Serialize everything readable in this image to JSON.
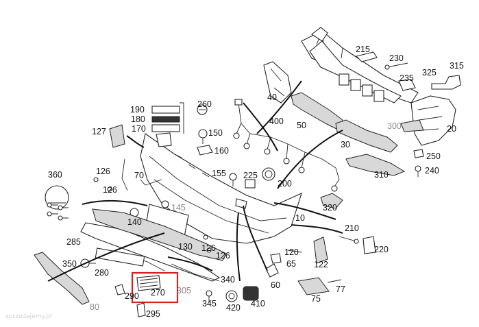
{
  "labels": [
    {
      "id": "215",
      "text": "215"
    },
    {
      "id": "230",
      "text": "230"
    },
    {
      "id": "325",
      "text": "325"
    },
    {
      "id": "315",
      "text": "315"
    },
    {
      "id": "235",
      "text": "235"
    },
    {
      "id": "40",
      "text": "40"
    },
    {
      "id": "260",
      "text": "260"
    },
    {
      "id": "190",
      "text": "190"
    },
    {
      "id": "180",
      "text": "180"
    },
    {
      "id": "170",
      "text": "170"
    },
    {
      "id": "400",
      "text": "400"
    },
    {
      "id": "50",
      "text": "50"
    },
    {
      "id": "300",
      "text": "300",
      "style": "grey"
    },
    {
      "id": "20",
      "text": "20"
    },
    {
      "id": "127",
      "text": "127"
    },
    {
      "id": "150",
      "text": "150"
    },
    {
      "id": "160",
      "text": "160"
    },
    {
      "id": "30",
      "text": "30"
    },
    {
      "id": "250",
      "text": "250"
    },
    {
      "id": "240",
      "text": "240"
    },
    {
      "id": "360",
      "text": "360"
    },
    {
      "id": "126a",
      "text": "126"
    },
    {
      "id": "70",
      "text": "70"
    },
    {
      "id": "155",
      "text": "155"
    },
    {
      "id": "225",
      "text": "225"
    },
    {
      "id": "200",
      "text": "200"
    },
    {
      "id": "310",
      "text": "310"
    },
    {
      "id": "126b",
      "text": "126"
    },
    {
      "id": "145",
      "text": "145",
      "style": "grey"
    },
    {
      "id": "320",
      "text": "320"
    },
    {
      "id": "140",
      "text": "140"
    },
    {
      "id": "10",
      "text": "10"
    },
    {
      "id": "210",
      "text": "210"
    },
    {
      "id": "285",
      "text": "285"
    },
    {
      "id": "130",
      "text": "130"
    },
    {
      "id": "126c",
      "text": "126"
    },
    {
      "id": "126d",
      "text": "126"
    },
    {
      "id": "120",
      "text": "120"
    },
    {
      "id": "220",
      "text": "220"
    },
    {
      "id": "350",
      "text": "350"
    },
    {
      "id": "65",
      "text": "65"
    },
    {
      "id": "122",
      "text": "122"
    },
    {
      "id": "280",
      "text": "280"
    },
    {
      "id": "340",
      "text": "340"
    },
    {
      "id": "60",
      "text": "60"
    },
    {
      "id": "77",
      "text": "77"
    },
    {
      "id": "290",
      "text": "290"
    },
    {
      "id": "270",
      "text": "270"
    },
    {
      "id": "305",
      "text": "305",
      "style": "grey"
    },
    {
      "id": "75",
      "text": "75"
    },
    {
      "id": "345",
      "text": "345"
    },
    {
      "id": "410",
      "text": "410"
    },
    {
      "id": "80",
      "text": "80",
      "style": "grey"
    },
    {
      "id": "420",
      "text": "420"
    },
    {
      "id": "295",
      "text": "295"
    }
  ],
  "highlight": {
    "label": "270",
    "color": "#d32020"
  },
  "watermark": {
    "text": "sprzedajemy.pl"
  }
}
